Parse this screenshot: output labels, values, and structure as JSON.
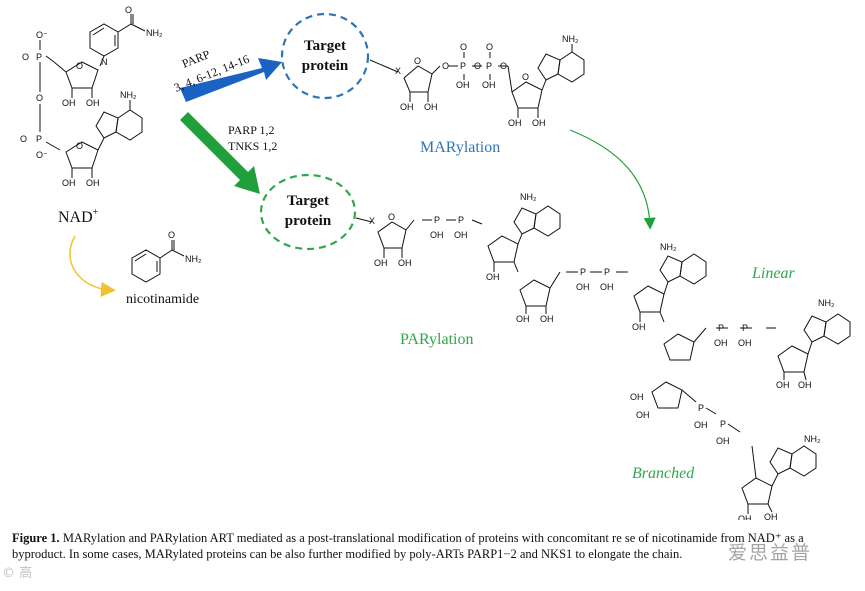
{
  "figure": {
    "nad_label": "NAD",
    "nad_charge": "+",
    "nicotinamide_label": "nicotinamide",
    "target_protein_top": [
      "Target",
      "protein"
    ],
    "target_protein_bottom": [
      "Target",
      "protein"
    ],
    "parp_top": [
      "PARP",
      "3, 4, 6-12, 14-16"
    ],
    "parp_bottom": [
      "PARP 1,2",
      "TNKS 1,2"
    ],
    "marylation": "MARylation",
    "parylation": "PARylation",
    "linear": "Linear",
    "branched": "Branched",
    "colors": {
      "blue_arrow": "#1a63c4",
      "green_arrow": "#1fa03a",
      "yellow_arrow": "#f2c12e",
      "marylation_text": "#2e74b5",
      "parylation_text": "#2ea84a",
      "linear_text": "#2ea84a",
      "branched_text": "#2ea84a",
      "circle_blue": "#2e74b5",
      "circle_green": "#2ea84a"
    },
    "chem": {
      "o": "O",
      "oh": "OH",
      "p": "P",
      "x": "X",
      "nh2": "NH₂",
      "n": "N",
      "om": "O⁻",
      "oplus": "O"
    }
  },
  "caption": {
    "label": "Figure 1.",
    "text": " MARylation and PARylation ART mediated as a post-translational modification of proteins with concomitant re    se of nicotinamide from NAD⁺ as a byproduct. In some cases, MARylated proteins can be also further modified by poly-ARTs PARP1−2 and     NKS1 to elongate the chain."
  },
  "watermark": {
    "right": "爱思益普",
    "left": "© 高"
  }
}
